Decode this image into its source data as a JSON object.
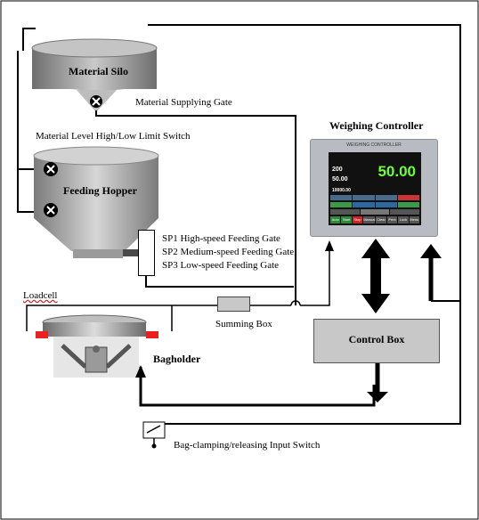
{
  "labels": {
    "material_silo": "Material Silo",
    "material_supplying_gate": "Material Supplying Gate",
    "level_switch": "Material Level High/Low Limit Switch",
    "feeding_hopper": "Feeding Hopper",
    "weighing_controller": "Weighing Controller",
    "sp1": "SP1 High-speed Feeding Gate",
    "sp2": "SP2 Medium-speed Feeding Gate",
    "sp3": "SP3 Low-speed Feeding Gate",
    "loadcell": "Loadcell",
    "summing_box": "Summing Box",
    "control_box": "Control Box",
    "bagholder": "Bagholder",
    "input_switch": "Bag-clamping/releasing Input Switch"
  },
  "controller": {
    "header": "WEIGHING CONTROLLER",
    "main_weight": "50.00",
    "target_top": "200",
    "target_mid": "50.00",
    "total": "10000.00",
    "buttons": [
      "Auto",
      "Start",
      "Stop",
      "Manual",
      "Clear",
      "Print",
      "Lock",
      "Menu"
    ]
  },
  "colors": {
    "silo": "#8e8e8e",
    "hopper": "#a9a9a9",
    "box": "#c8c8c8",
    "screen": "#111111",
    "weight": "#6cff3a",
    "loadcell": "#e82020"
  }
}
